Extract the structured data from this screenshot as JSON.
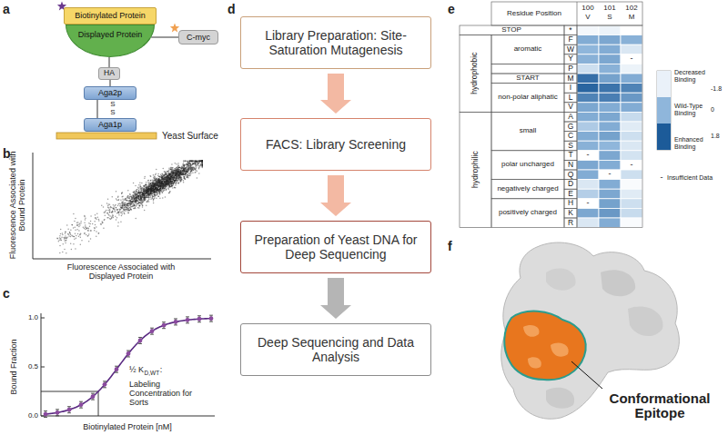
{
  "diagram": {
    "nodes": [
      {
        "text": [
          "Biotinylated Protein"
        ]
      },
      {
        "text": [
          "Displayed Protein"
        ]
      },
      {
        "text": [
          "C-myc"
        ]
      },
      {
        "text": [
          "HA"
        ]
      },
      {
        "text": [
          "Aga2p"
        ]
      },
      {
        "text": [
          "Aga1p"
        ]
      },
      {
        "text": [
          "Library Preparation: Site-Saturation Mutagenesis"
        ]
      },
      {
        "text": [
          "FACS: Library Screening"
        ]
      },
      {
        "text": [
          "Preparation of Yeast DNA for Deep Sequencing"
        ]
      },
      {
        "text": [
          "Deep Sequencing and Data Analysis"
        ]
      }
    ],
    "edges": [
      {
        "from": 1,
        "to": 2,
        "arrow": "none"
      },
      {
        "from": 1,
        "to": 3,
        "arrow": "none"
      },
      {
        "from": 3,
        "to": 4,
        "arrow": "none"
      },
      {
        "from": 4,
        "to": 5,
        "arrow": "none"
      },
      {
        "from": 6,
        "to": 7,
        "arrow": "to"
      },
      {
        "from": 7,
        "to": 8,
        "arrow": "to"
      },
      {
        "from": 8,
        "to": 9,
        "arrow": "to"
      }
    ],
    "labels": [
      "a",
      "b",
      "c",
      "d",
      "e",
      "f",
      "S",
      "S",
      "Yeast Surface",
      "Fluorescence Associated with Bound Protein",
      "Fluorescence Associated with Displayed Protein",
      "1.0",
      "0.5",
      "0.0",
      "Bound Fraction",
      "Biotinylated Protein [nM]",
      "½ K",
      "D,WT",
      ":",
      "Labeling Concentration for Sorts",
      "Residue Position",
      "100",
      "V",
      "101",
      "S",
      "102",
      "M",
      "STOP",
      "*",
      "aromatic",
      "F",
      "W",
      "Y",
      "P",
      "START",
      "M",
      "non-polar aliphatic",
      "I",
      "L",
      "V",
      "small",
      "A",
      "G",
      "C",
      "S",
      "polar uncharged",
      "T",
      "N",
      "Q",
      "negatively charged",
      "D",
      "E",
      "positively charged",
      "H",
      "K",
      "R",
      "hydrophobic",
      "hydrophilic",
      "-1.8",
      "0",
      "1.8",
      "-",
      "-",
      "-",
      "-",
      "-",
      "-",
      "Conformational Epitope"
    ],
    "legend": [
      {
        "text": "Decreased Binding",
        "color": "#eaf1f9"
      },
      {
        "text": "Wild-Type Binding",
        "color": "#8fb6db"
      },
      {
        "text": "Enhanced Binding",
        "color": "#1c5b99"
      },
      {
        "text": "Insufficient Data"
      }
    ]
  }
}
